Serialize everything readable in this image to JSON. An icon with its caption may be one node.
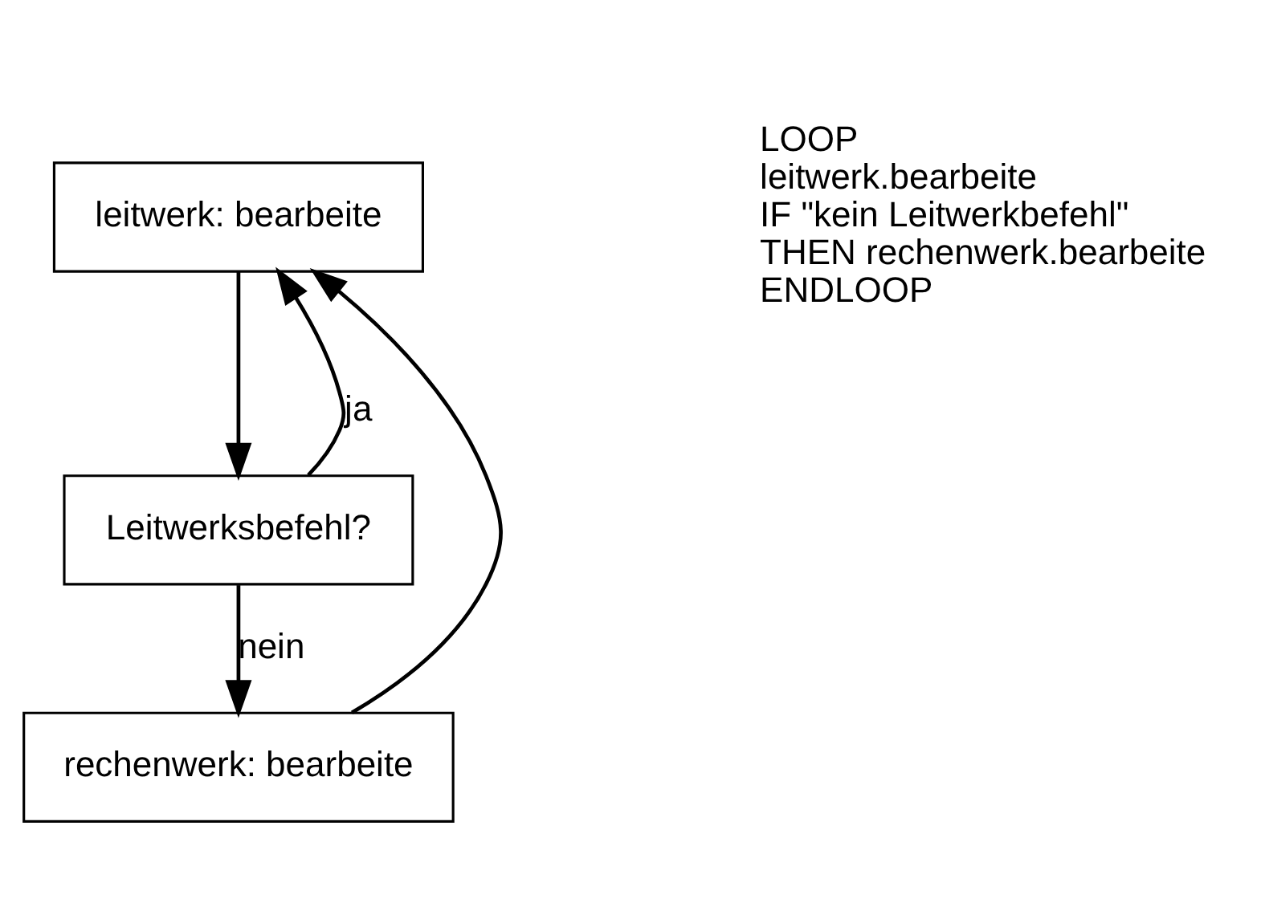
{
  "diagram": {
    "nodes": [
      {
        "text": [
          "leitwerk: bearbeite"
        ]
      },
      {
        "text": [
          "Leitwerksbefehl?"
        ]
      },
      {
        "text": [
          "rechenwerk: bearbeite"
        ]
      }
    ],
    "edges": [
      {
        "from": 0,
        "to": 1,
        "arrow": "to"
      },
      {
        "from": 1,
        "to": 2,
        "label": "nein",
        "arrow": "to"
      },
      {
        "from": 1,
        "to": 0,
        "label": "ja",
        "arrow": "to"
      },
      {
        "from": 2,
        "to": 0,
        "arrow": "to"
      }
    ],
    "labels": [
      "LOOP",
      "leitwerk.bearbeite",
      "IF \"kein Leitwerkbefehl\"",
      "THEN rechenwerk.bearbeite",
      "ENDLOOP"
    ]
  }
}
